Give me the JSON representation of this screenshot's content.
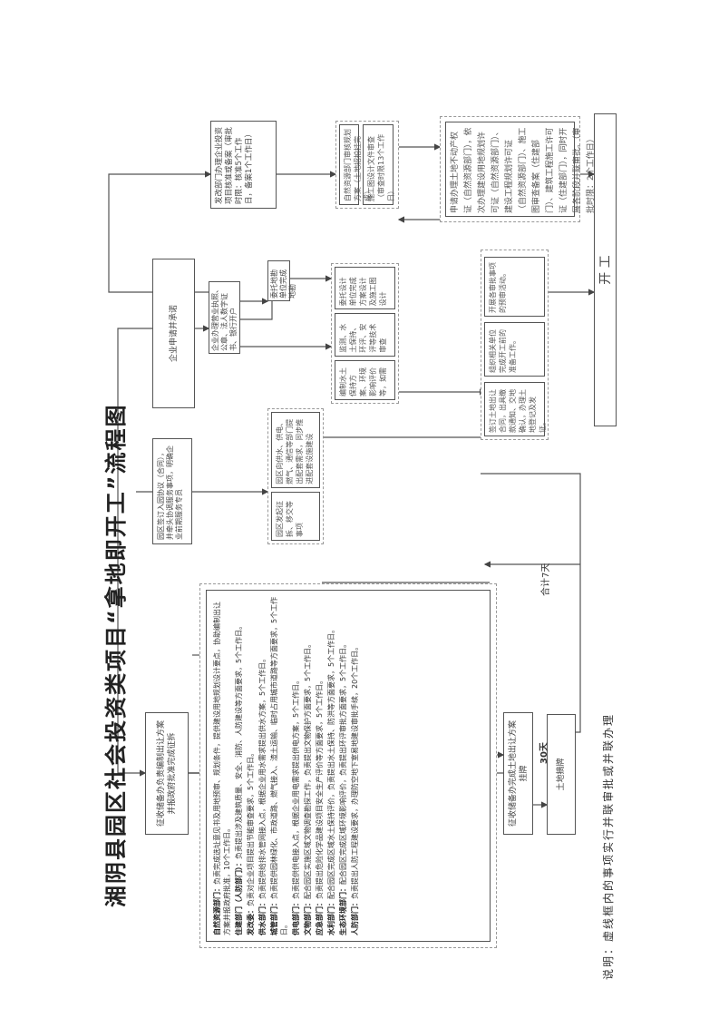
{
  "title": "湘阴县园区社会投资类项目“拿地即开工”流程图",
  "boxes": {
    "enterprise_apply": "企业申请并承诺",
    "expropriation_plan": "征收储备办负责编制出让方案并报政府批准完成征拆",
    "park_agreement": "园区签订入园协议（合同），并牵头协调服务事项，明确企业前期服务专员",
    "park_group": [
      "园区发起征拆、移交等事项",
      "园区向供水、供电、燃气、通信等部门提出配套需求，同步推进配套设施建设"
    ],
    "business_license": "企业办理营业执照、公章、法人数字证书、银行开户",
    "survey": "委托地勘单位完成地勘",
    "reform_approval": "发改部门办理企业投资项目核准或备案（审批时限：核准5个工作日，备案1个工作日）",
    "design_group": [
      "委托设计单位完成方案设计及施工图设计",
      "监测、水土保持、环评、安评等技术审查",
      "编制水土保持方案、环境影响评价等，如需"
    ],
    "review_group": [
      "自然资源部门审核规划方案（土地招拍挂完成）",
      "施工图设计文件审查（审查时限13个工作日）"
    ],
    "prestart_group": [
      "开展各审批事项的预审活动。",
      "组织相关单位完成开工前的准备工作。",
      "签订土地出让合同，出具缴款通知、交地确认，办理土地登记及发证。"
    ],
    "permits": "申请办理土地不动产权证（自然资源部门），依次办理建设用地规划许可证（自然资源部门）、建设工程规划许可证（自然资源部门）、施工图审查备案（住建部门）、建筑工程施工许可证（住建部门），同时开展各阶段并联审批。（审批时限：2个工作日）",
    "start": "开  工",
    "listing": "征收储备办完成土地出让方案挂牌",
    "delisting": "土地摘牌"
  },
  "departments": [
    {
      "name": "自然资源部门：",
      "text": "负责完成选址意见书及用地预审、规划条件，提供建设用地规划设计要点，协助编制出让方案并报政府批准，10个工作日。"
    },
    {
      "name": "住建部门（人防部门）：",
      "text": "负责提出涉及建筑质量、安全、消防、人防建设等方面要求，5个工作日。"
    },
    {
      "name": "发改委：",
      "text": "负责对企业项目提出节能审查要求，5个工作日。"
    },
    {
      "name": "供水部门：",
      "text": "负责提供给排水管网接入点，根据企业用水需求提出供水方案，5个工作日。"
    },
    {
      "name": "城管部门：",
      "text": "负责提供园林绿化、市政道路、燃气接入、渣土运输、临时占用城市道路等方面要求，5个工作日。"
    },
    {
      "name": "供电部门：",
      "text": "负责提供供电接入点，根据企业用电需求提出供电方案，5个工作日。"
    },
    {
      "name": "文物部门：",
      "text": "配合园区实施区域文物调查勘探工作，负责提出文物保护方面要求，5个工作日。"
    },
    {
      "name": "应急部门：",
      "text": "负责提出危险化学品建设项目安全生产评价等方面要求，5个工作日。"
    },
    {
      "name": "水利部门：",
      "text": "配合园区完成区域水土保持评价，负责提出水土保持、防洪等方面要求，5个工作日。"
    },
    {
      "name": "生态环境部门：",
      "text": "配合园区完成区域环境影响评价，负责提出环评审批方面要求，5个工作日。"
    },
    {
      "name": "人防部门：",
      "text": "负责提出人防工程建设要求，办理防空地下室易地建设审批手续，20个工作日。"
    }
  ],
  "labels": {
    "days_30": "30天",
    "total_7": "合计7天",
    "note": "说明：虚线框内的事项实行并联审批或并联办理"
  }
}
